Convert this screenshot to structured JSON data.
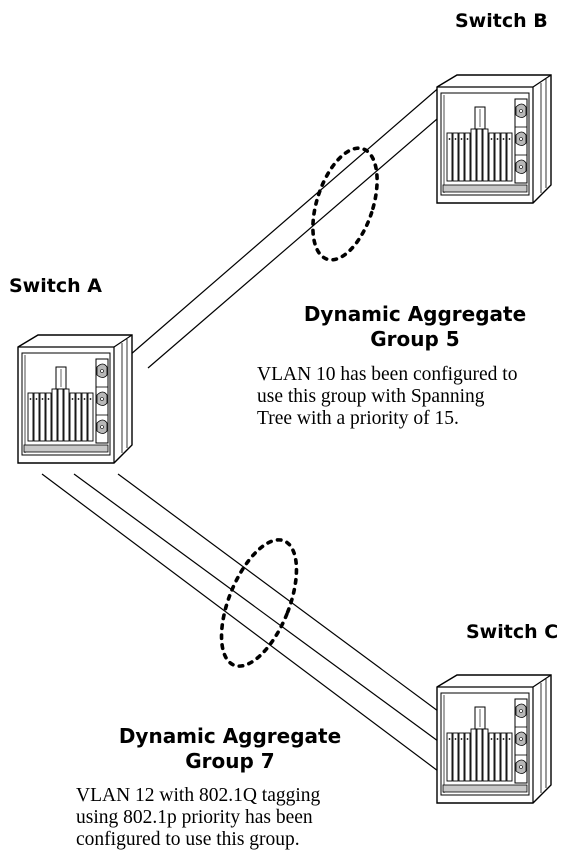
{
  "switches": {
    "a": {
      "label": "Switch A"
    },
    "b": {
      "label": "Switch B"
    },
    "c": {
      "label": "Switch C"
    }
  },
  "groups": {
    "group5": {
      "title_line1": "Dynamic Aggregate",
      "title_line2": "Group 5",
      "desc_lines": [
        "VLAN 10 has been configured to",
        "use this group with Spanning",
        "Tree with a priority of 15."
      ]
    },
    "group7": {
      "title_line1": "Dynamic Aggregate",
      "title_line2": "Group 7",
      "desc_lines": [
        "VLAN 12 with 802.1Q tagging",
        "using 802.1p priority has been",
        "configured to use this group."
      ]
    }
  }
}
